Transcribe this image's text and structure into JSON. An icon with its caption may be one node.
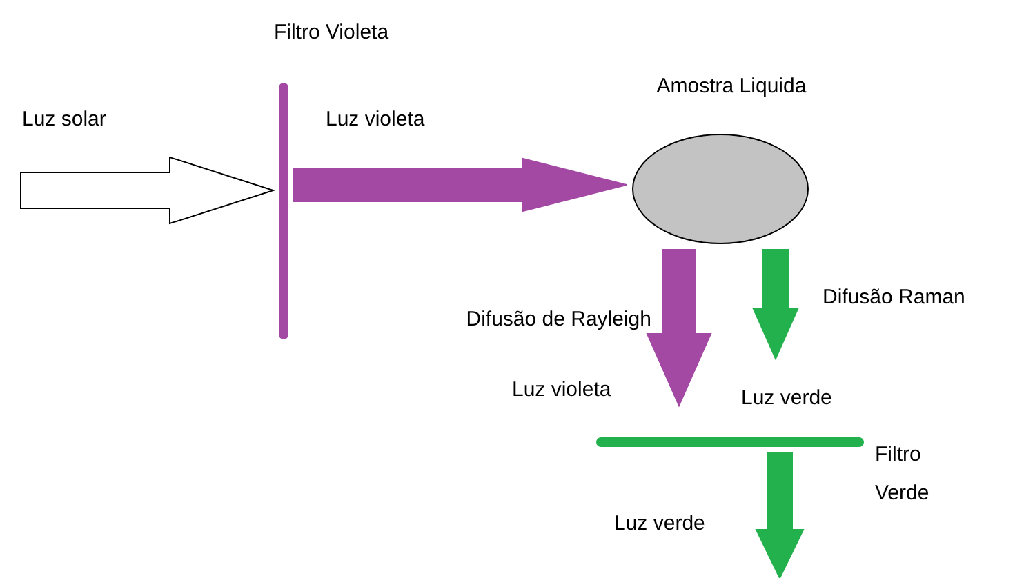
{
  "diagram": {
    "nodes": [
      {
        "text": [],
        "shape": "bar",
        "beside": [
          "Filtro Violeta"
        ]
      },
      {
        "text": [
          "Amostra Liquida"
        ]
      },
      {
        "text": [],
        "shape": "bar",
        "beside": [
          "Filtro Verde"
        ]
      }
    ],
    "edges": [
      {
        "from": null,
        "to": 0,
        "arrow": "to",
        "label": "Luz solar",
        "color": "#ffffff"
      },
      {
        "from": 0,
        "to": 1,
        "arrow": "to",
        "label": "Luz violeta",
        "color": "#a349a4"
      },
      {
        "from": 1,
        "to": null,
        "arrow": "to",
        "label": "Difusão de Rayleigh",
        "color": "#a349a4"
      },
      {
        "from": 1,
        "to": null,
        "arrow": "to",
        "label": "Difusão Raman",
        "color": "#22b14c"
      },
      {
        "from": 2,
        "to": null,
        "arrow": "to",
        "label": "Luz verde",
        "color": "#22b14c"
      }
    ],
    "labels": [
      "Luz violeta",
      "Luz verde"
    ]
  }
}
